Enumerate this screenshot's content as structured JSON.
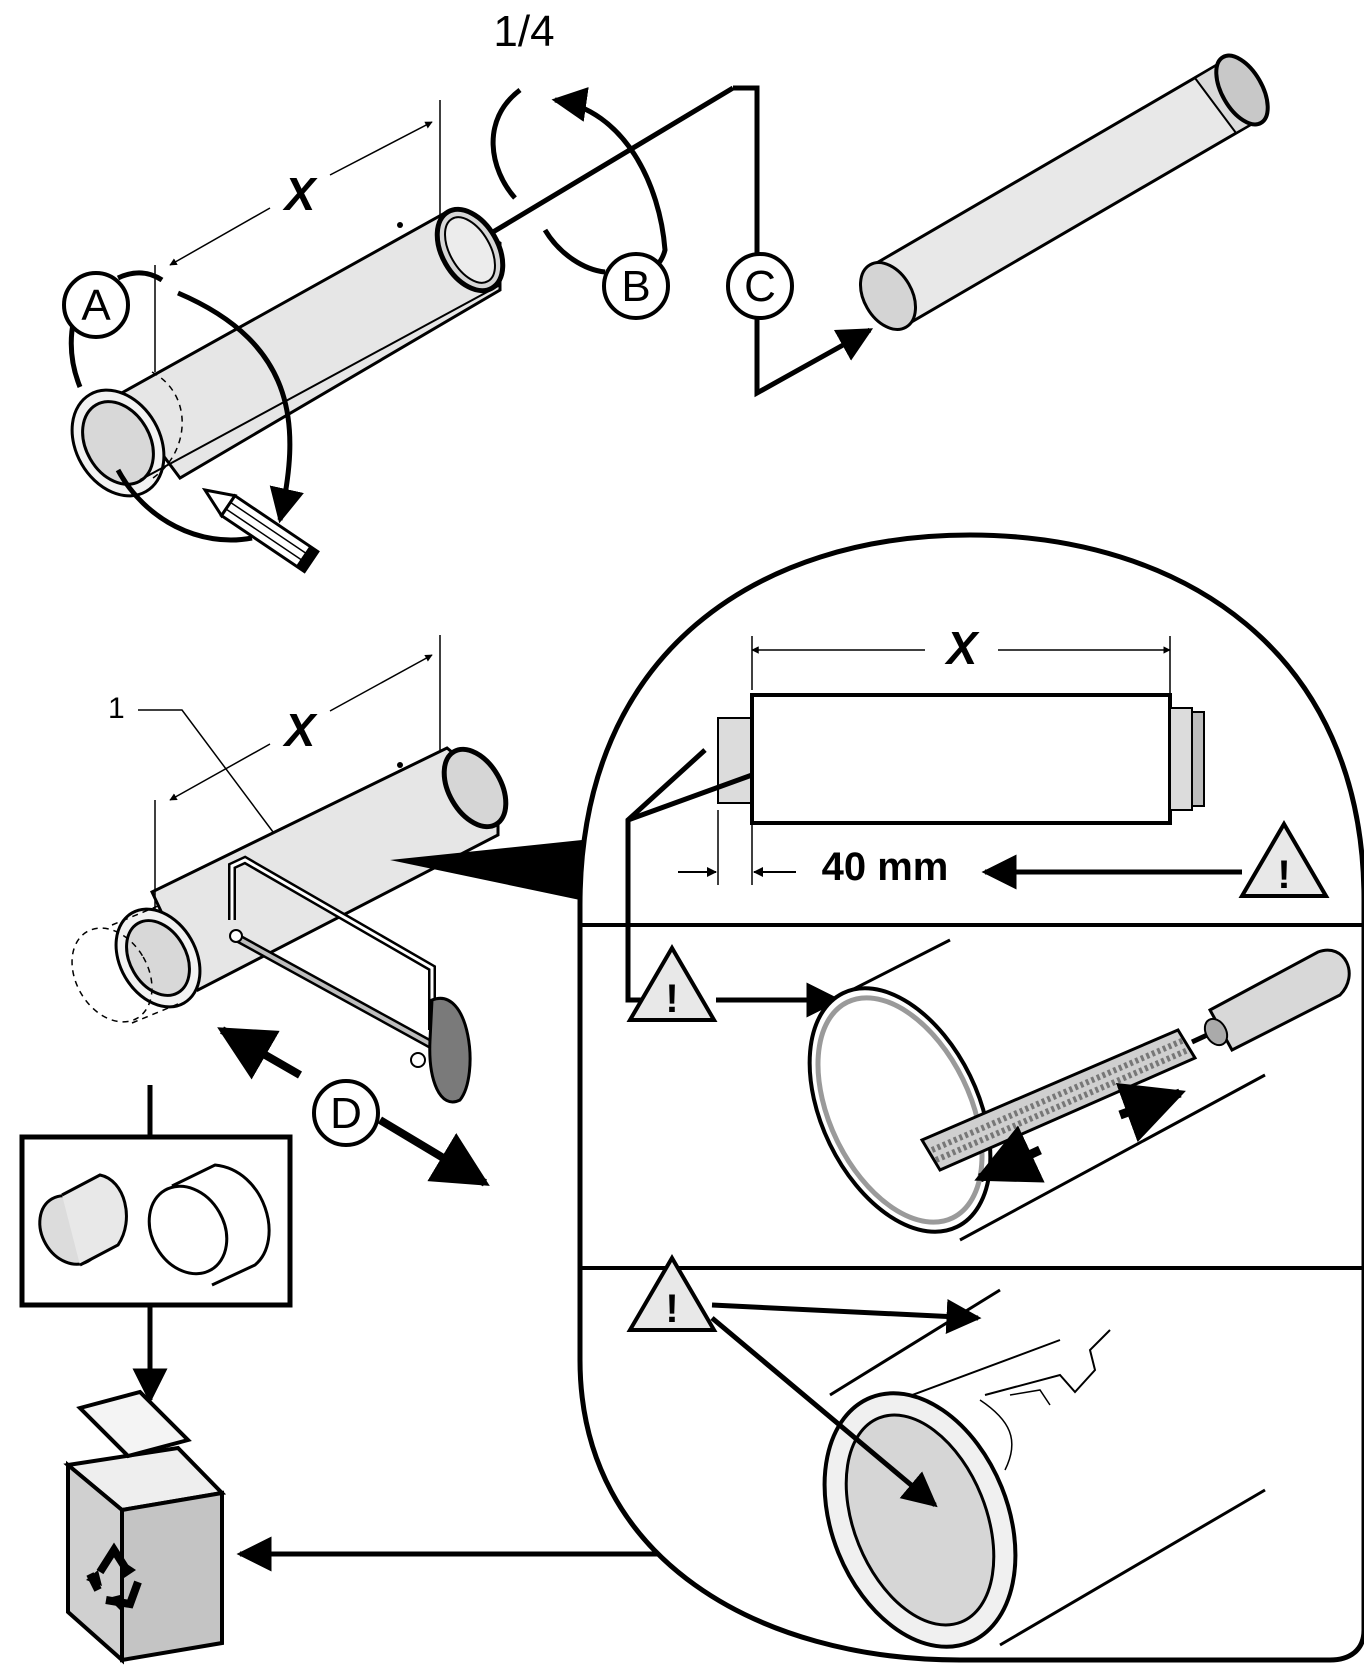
{
  "labels": {
    "rotation": "1/4",
    "step_a": "A",
    "step_b": "B",
    "step_c": "C",
    "step_d": "D",
    "dimension_x_top": "X",
    "dimension_x_bottom": "X",
    "dimension_x_detail": "X",
    "part_number": "1",
    "offset": "40 mm"
  },
  "warning_mark": "!",
  "icons": {
    "pencil": "pencil-icon",
    "hacksaw": "hacksaw-icon",
    "file": "file-icon",
    "warning": "warning-icon",
    "recycle_bin": "recycle-bin-icon"
  },
  "colors": {
    "line": "#000000",
    "pipe_fill": "#e3e3e3",
    "pipe_light": "#f2f2f2",
    "paper": "#ffffff"
  }
}
